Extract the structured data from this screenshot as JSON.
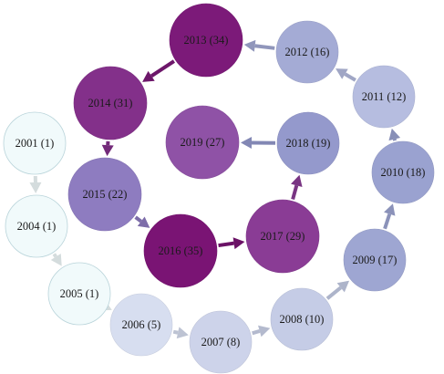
{
  "nodes": [
    {
      "id": "n2001",
      "label": "2001 (1)",
      "count": 1,
      "color": "#f1fafb"
    },
    {
      "id": "n2004",
      "label": "2004 (1)",
      "count": 1,
      "color": "#f1fafb"
    },
    {
      "id": "n2005",
      "label": "2005 (1)",
      "count": 1,
      "color": "#f1fafb"
    },
    {
      "id": "n2006",
      "label": "2006 (5)",
      "count": 5,
      "color": "#d7def0"
    },
    {
      "id": "n2007",
      "label": "2007 (8)",
      "count": 8,
      "color": "#cdd3ea"
    },
    {
      "id": "n2008",
      "label": "2008 (10)",
      "count": 10,
      "color": "#c5cce6"
    },
    {
      "id": "n2009",
      "label": "2009 (17)",
      "count": 17,
      "color": "#9ea6d2"
    },
    {
      "id": "n2010",
      "label": "2010 (18)",
      "count": 18,
      "color": "#9aa2d0"
    },
    {
      "id": "n2011",
      "label": "2011 (12)",
      "count": 12,
      "color": "#b6bde0"
    },
    {
      "id": "n2012",
      "label": "2012 (16)",
      "count": 16,
      "color": "#a4abd5"
    },
    {
      "id": "n2013",
      "label": "2013 (34)",
      "count": 34,
      "color": "#7c1a79"
    },
    {
      "id": "n2014",
      "label": "2014 (31)",
      "count": 31,
      "color": "#83308a"
    },
    {
      "id": "n2015",
      "label": "2015 (22)",
      "count": 22,
      "color": "#8e7cc0"
    },
    {
      "id": "n2016",
      "label": "2016 (35)",
      "count": 35,
      "color": "#7a1474"
    },
    {
      "id": "n2017",
      "label": "2017 (29)",
      "count": 29,
      "color": "#8a3c95"
    },
    {
      "id": "n2018",
      "label": "2018 (19)",
      "count": 19,
      "color": "#9499cc"
    },
    {
      "id": "n2019",
      "label": "2019 (27)",
      "count": 27,
      "color": "#8f52a6"
    }
  ],
  "edges": [
    {
      "from": "n2001",
      "to": "n2004"
    },
    {
      "from": "n2004",
      "to": "n2005"
    },
    {
      "from": "n2005",
      "to": "n2006"
    },
    {
      "from": "n2006",
      "to": "n2007"
    },
    {
      "from": "n2007",
      "to": "n2008"
    },
    {
      "from": "n2008",
      "to": "n2009"
    },
    {
      "from": "n2009",
      "to": "n2010"
    },
    {
      "from": "n2010",
      "to": "n2011"
    },
    {
      "from": "n2011",
      "to": "n2012"
    },
    {
      "from": "n2012",
      "to": "n2013"
    },
    {
      "from": "n2013",
      "to": "n2014"
    },
    {
      "from": "n2014",
      "to": "n2015"
    },
    {
      "from": "n2015",
      "to": "n2016"
    },
    {
      "from": "n2016",
      "to": "n2017"
    },
    {
      "from": "n2017",
      "to": "n2018"
    },
    {
      "from": "n2018",
      "to": "n2019"
    }
  ]
}
